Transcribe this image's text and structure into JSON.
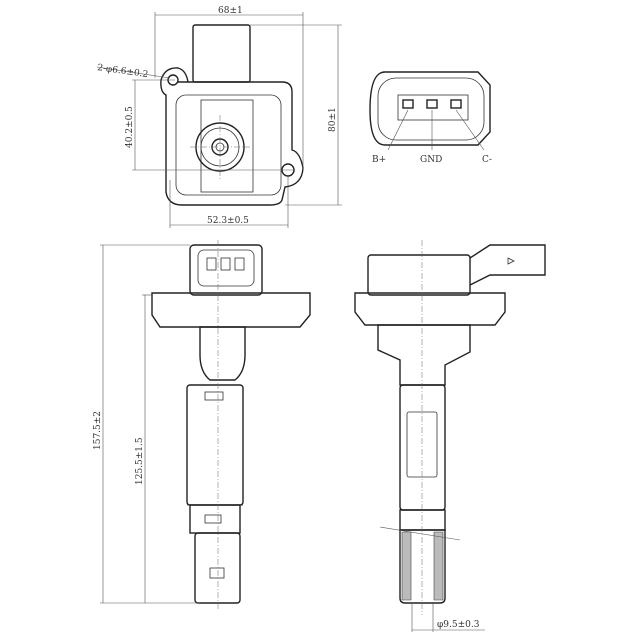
{
  "top_view": {
    "width_dim": "68±1",
    "hole_dim": "2-φ6.6±0.2",
    "hole_spacing_dim": "40.2±0.5",
    "height_dim": "80±1",
    "bottom_dim": "52.3±0.5"
  },
  "connector_view": {
    "pins": [
      "B+",
      "GND",
      "C-"
    ]
  },
  "front_view": {
    "total_length_dim": "157.5±2",
    "body_length_dim": "125.5±1.5"
  },
  "side_view": {
    "boot_diameter_dim": "φ9.5±0.3"
  }
}
